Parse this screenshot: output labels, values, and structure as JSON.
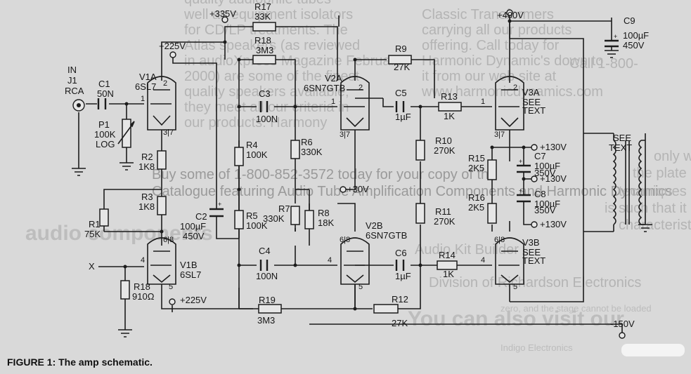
{
  "background_text": [
    "quality audiophile tubes",
    "well as equipment isolators",
    "for CD/LP treatments. The",
    "Atlas speakers (as reviewed",
    "in audioXpress Magazine February",
    "2000) are some of the finest",
    "quality speakers available,",
    "they meet all our criteria in",
    "our products: Harmony",
    "Classic Transformers",
    "carrying all our products",
    "offering. Call today for",
    "Harmonic Dynamic's down to",
    "it from our web site at",
    "www.harmonicdynamics.com",
    "Call 1-800-",
    "Buy some of 1-800-852-3572 today for your copy of the",
    "Catalogue featuring Audio Tube Amplification Components and Harmonic Dynamics",
    "audio components",
    "Audio Kit Builder",
    "Division of Richardson Electronics",
    "You can also visit our",
    "the plate",
    "techniques and",
    "is such that it can",
    "characteristics",
    "only with",
    "zero, and the stage cannot be loaded",
    "Indigo Electronics"
  ],
  "labels": {
    "J1": "J1",
    "IN": "IN",
    "RCA": "RCA",
    "C1": "C1",
    "C1v": "50N",
    "P1": "P1",
    "P1v": "100K",
    "P1t": "LOG",
    "V1A": "V1A",
    "V1At": "6SL7",
    "V1B": "V1B",
    "V1Bt": "6SL7",
    "R1": "R1",
    "R1v": "75K",
    "R2": "R2",
    "R2v": "1K8",
    "R3": "R3",
    "R3v": "1K8",
    "R18b": "R18",
    "R18bv": "910Ω",
    "C2": "C2",
    "C2v": "100µF",
    "C2vv": "450V",
    "R17": "R17",
    "R17v": "33K",
    "R18": "R18",
    "R18v": "3M3",
    "C3": "C3",
    "C3v": "100N",
    "R4": "R4",
    "R4v": "100K",
    "R5": "R5",
    "R5v": "100K",
    "R6": "R6",
    "R6v": "330K",
    "R7": "R7",
    "R7v": "330K",
    "C4": "C4",
    "C4v": "100N",
    "R19": "R19",
    "R19v": "3M3",
    "V2A": "V2A",
    "V2At": "6SN7GTB",
    "V2B": "V2B",
    "V2Bt": "6SN7GTB",
    "R8": "R8",
    "R8v": "18K",
    "R9": "R9",
    "R9v": "27K",
    "C5": "C5",
    "C5v": "1µF",
    "R13": "R13",
    "R13v": "1K",
    "R10": "R10",
    "R10v": "270K",
    "R11": "R11",
    "R11v": "270K",
    "C6": "C6",
    "C6v": "1µF",
    "R14": "R14",
    "R14v": "1K",
    "R12": "R12",
    "R12v": "27K",
    "R15": "R15",
    "R15v": "2K5",
    "R16": "R16",
    "R16v": "2K5",
    "C7": "C7",
    "C7v": "100µF",
    "C7vv": "350V",
    "C8": "C8",
    "C8v": "100µF",
    "C8vv": "350V",
    "C9": "C9",
    "C9v": "100µF",
    "C9vv": "450V",
    "V3A": "V3A",
    "V3At": "SEE",
    "V3Att": "TEXT",
    "V3B": "V3B",
    "V3Bt": "SEE",
    "V3Btt": "TEXT",
    "XFMR": "SEE",
    "XFMRt": "TEXT",
    "p335": "+335V",
    "p225a": "+225V",
    "p225b": "+225V",
    "p400": "+400V",
    "p130a": "+130V",
    "p130b": "+130V",
    "p130c": "+130V",
    "p30": "+30V",
    "m150": "-150V",
    "x": "X",
    "pin1": "1",
    "pin2": "2",
    "pin37": "3|7",
    "pin4": "4",
    "pin5": "5",
    "pin68": "6|8"
  },
  "caption": "FIGURE 1: The amp schematic."
}
